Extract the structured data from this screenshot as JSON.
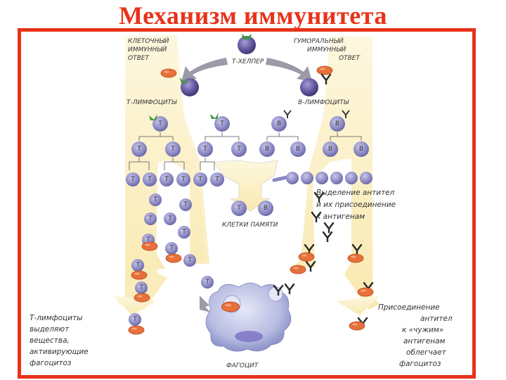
{
  "slide": {
    "title": "Механизм иммунитета"
  },
  "diagram": {
    "cell_response": [
      "КЛЕТОЧНЫЙ",
      "ИММУННЫЙ",
      "ОТВЕТ"
    ],
    "humoral_response": [
      "ГУМОРАЛЬНЫЙ",
      "ИММУННЫЙ",
      "ОТВЕТ"
    ],
    "t_helper": "Т-ХЕЛПЕР",
    "t_lymphocytes": "Т-ЛИМФОЦИТЫ",
    "b_lymphocytes": "В-ЛИМФОЦИТЫ",
    "memory_cells": "КЛЕТКИ ПАМЯТИ",
    "phagocyte": "ФАГОЦИТ",
    "antibody_release": [
      "Выделение антител",
      "и их присоединение",
      "к антигенам"
    ],
    "t_note": [
      "Т-лимфоциты",
      "выделяют",
      "вещества,",
      "активирующие",
      "фагоцитоз"
    ],
    "antibody_note": [
      "Присоединение",
      "антител",
      "к «чужим»",
      "антигенам",
      "облегчает",
      "фагоцитоз"
    ],
    "cell_letter_t": "Т",
    "cell_letter_b": "В"
  },
  "colors": {
    "title": "#e8321a",
    "frame": "#e8321a",
    "flow_fill": "#fbf0c4",
    "cell": "#8a87c2",
    "cell_dark": "#5b4f96",
    "antigen": "#e8703a",
    "antibody": "#2a2a2a",
    "phagocyte": "#b8bde2",
    "receptor": "#3a9a3a",
    "arrow": "#9a9aa8"
  }
}
